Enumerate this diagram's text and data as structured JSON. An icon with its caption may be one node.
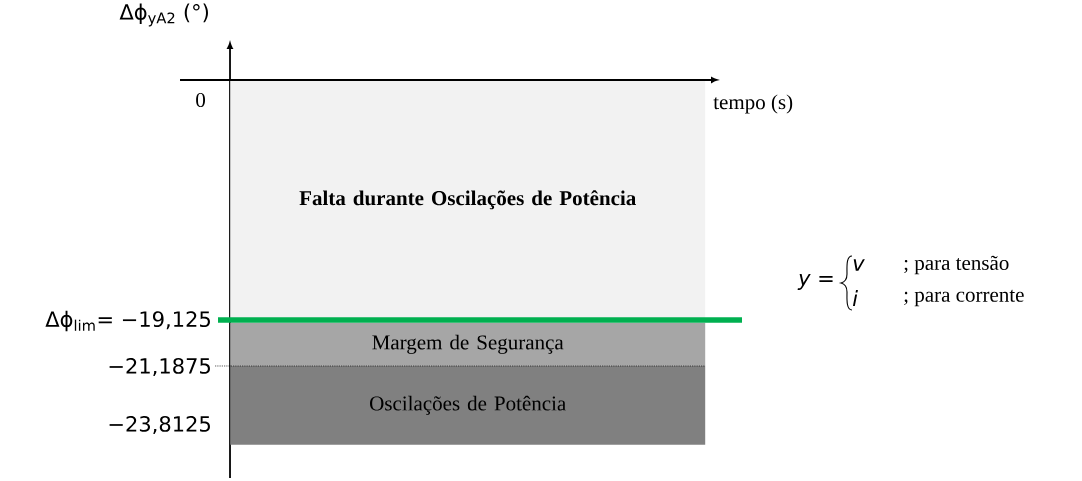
{
  "diagram": {
    "nodes": [
      {
        "text": [
          "Falta durante Oscilações de Potência"
        ]
      },
      {
        "text": [
          "Margem de Segurança"
        ]
      },
      {
        "text": [
          "Oscilações de Potência"
        ]
      }
    ],
    "labels": [
      "Δϕ$_{yA2}$ (°)",
      "0",
      "tempo (s)",
      "Δϕ$_{lim}$= −19,125",
      "−21,1875",
      "−23,8125",
      "y =",
      "v",
      "i",
      "; para tensão",
      "; para corrente"
    ]
  }
}
